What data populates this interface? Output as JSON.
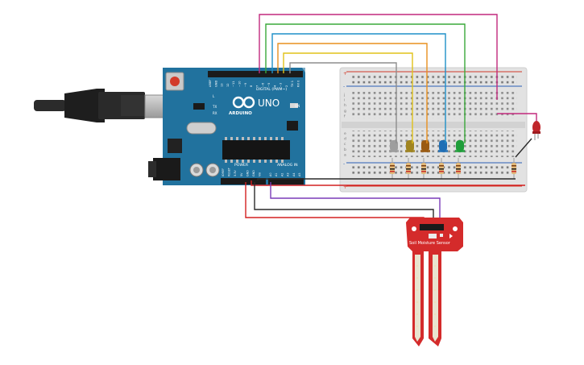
{
  "board": {
    "brand": "ARDUINO",
    "model": "UNO",
    "on_label": "ON",
    "digital_label": "DIGITAL (PWM~)",
    "power_label": "POWER",
    "analog_label": "ANALOG IN",
    "tx_label": "TX",
    "rx_label": "RX",
    "l_label": "L",
    "digital_pins": [
      "AREF",
      "GND",
      "13",
      "12",
      "~11",
      "~10",
      "~9",
      "8",
      "7",
      "~6",
      "~5",
      "4",
      "~3",
      "2",
      "TX 1",
      "RX 0"
    ],
    "power_pins": [
      "IOREF",
      "RESET",
      "3.3V",
      "5V",
      "GND",
      "GND",
      "Vin"
    ],
    "analog_pins": [
      "A0",
      "A1",
      "A2",
      "A3",
      "A4",
      "A5"
    ]
  },
  "breadboard": {
    "row_letters_top": [
      "j",
      "i",
      "h",
      "g",
      "f"
    ],
    "row_letters_bottom": [
      "e",
      "d",
      "c",
      "b",
      "a"
    ],
    "plus_label": "+",
    "minus_label": "-"
  },
  "sensor": {
    "label": "Soil Moisture Sensor"
  },
  "leds": {
    "colors": [
      "#9e9e9e",
      "#a08420",
      "#9a5a12",
      "#1f6fb5",
      "#1f9e3a",
      "#c0262b"
    ]
  },
  "wires": {
    "colors": {
      "pink": "#c2297d",
      "green": "#3aa83a",
      "blue": "#1e90c8",
      "orange": "#e8901e",
      "yellow": "#e0c21a",
      "gray": "#8e8e8e",
      "red": "#d32020",
      "black": "#2a2a2a",
      "purple": "#7a3cb8"
    }
  }
}
